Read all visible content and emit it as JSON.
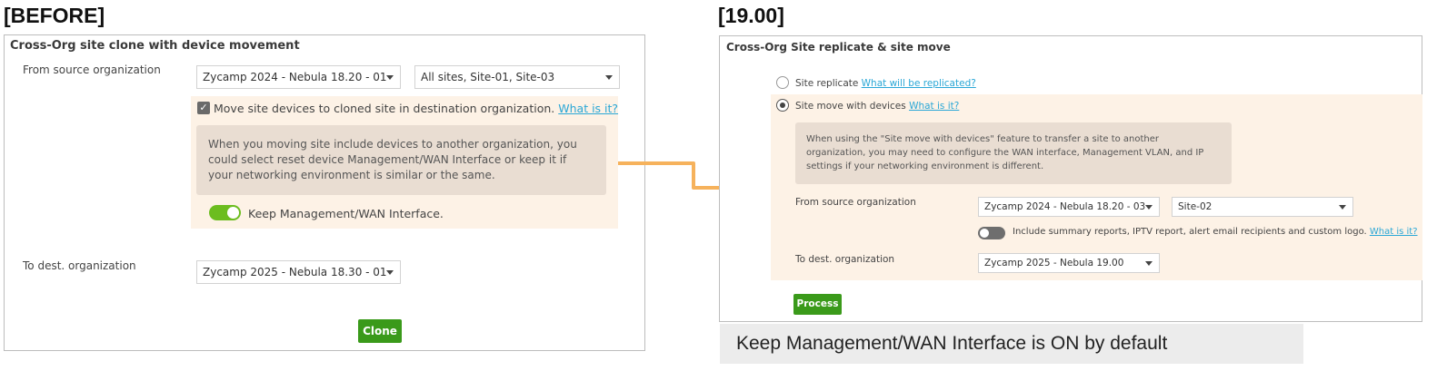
{
  "before": {
    "caption": "[BEFORE]",
    "title": "Cross-Org site clone with device movement",
    "source_label": "From source organization",
    "source_org_select": "Zycamp 2024 - Nebula 18.20 - 01",
    "source_sites_select": "All sites, Site-01, Site-03",
    "move_devices_checkbox": "Move site devices to cloned site in destination organization.",
    "what_is_it_link": "What is it?",
    "info_text": "When you moving site include devices to another organization, you could select reset device Management/WAN Interface or keep it if your networking environment is similar or the same.",
    "keep_interface_label": "Keep Management/WAN Interface.",
    "dest_label": "To dest. organization",
    "dest_org_select": "Zycamp 2025 - Nebula 18.30 - 01",
    "clone_button": "Clone"
  },
  "after": {
    "caption": "[19.00]",
    "title": "Cross-Org Site replicate & site move",
    "site_replicate_label": "Site replicate",
    "what_replicated_link": "What will be replicated?",
    "site_move_label": "Site move with devices",
    "what_is_it_link": "What is it?",
    "info_text": "When using the \"Site move with devices\" feature to transfer a site to another organization, you may need to configure the WAN interface, Management VLAN, and IP settings if your networking environment is different.",
    "source_label": "From source organization",
    "source_org_select": "Zycamp 2024 - Nebula 18.20 - 03",
    "source_site_select": "Site-02",
    "include_summary_label": "Include summary reports, IPTV report, alert email recipients and custom logo.",
    "include_what_link": "What is it?",
    "dest_label": "To dest. organization",
    "dest_org_select": "Zycamp 2025 - Nebula 19.00",
    "process_button": "Process",
    "note": "Keep Management/WAN Interface is ON by default"
  },
  "colors": {
    "accent_green": "#3a9a1a",
    "toggle_green": "#6cbd1f",
    "link_blue": "#2aa7d6",
    "peach_highlight": "#fdf2e6",
    "connector_orange": "#f6b25c"
  }
}
